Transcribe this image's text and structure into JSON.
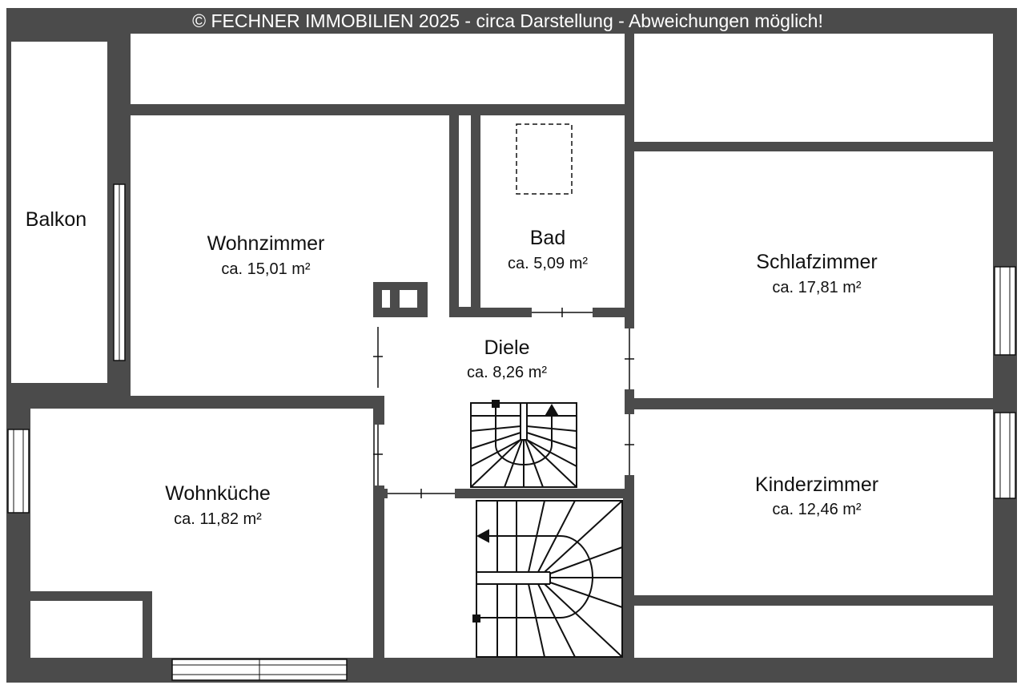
{
  "header": {
    "copyright": "© FECHNER IMMOBILIEN 2025 - circa Darstellung - Abweichungen möglich!"
  },
  "rooms": {
    "balkon": {
      "name": "Balkon"
    },
    "wohnzimmer": {
      "name": "Wohnzimmer",
      "area": "ca. 15,01 m²"
    },
    "bad": {
      "name": "Bad",
      "area": "ca. 5,09 m²"
    },
    "schlafzimmer": {
      "name": "Schlafzimmer",
      "area": "ca. 17,81 m²"
    },
    "diele": {
      "name": "Diele",
      "area": "ca. 8,26 m²"
    },
    "wohnkueche": {
      "name": "Wohnküche",
      "area": "ca. 11,82 m²"
    },
    "kinderzimmer": {
      "name": "Kinderzimmer",
      "area": "ca. 12,46 m²"
    }
  },
  "colors": {
    "wall": "#4b4b4b"
  }
}
